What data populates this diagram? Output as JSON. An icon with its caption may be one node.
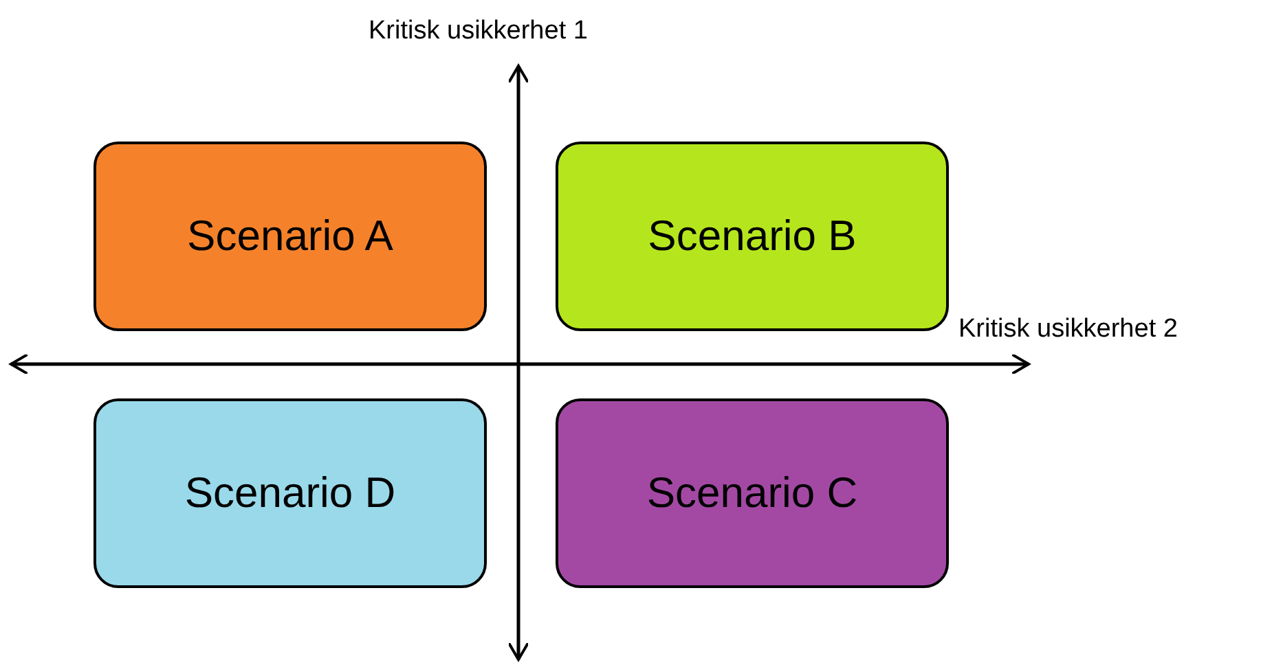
{
  "diagram": {
    "nodes": [
      {
        "text": [
          "Scenario A"
        ]
      },
      {
        "text": [
          "Scenario B"
        ]
      },
      {
        "text": [
          "Scenario D"
        ]
      },
      {
        "text": [
          "Scenario C"
        ]
      }
    ],
    "labels": [
      "Kritisk usikkerhet 1",
      "Kritisk usikkerhet 2"
    ]
  }
}
